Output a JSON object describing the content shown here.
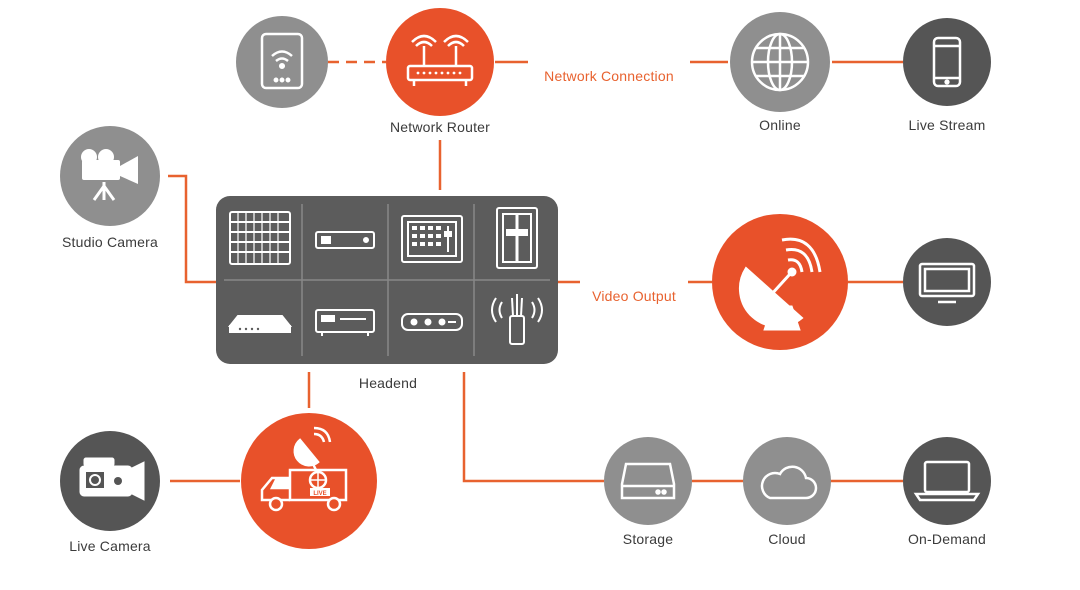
{
  "colors": {
    "orange": "#e8512a",
    "gray": "#8f8f8f",
    "dark": "#555555",
    "panel": "#5c5c5c",
    "line": "#e8622f"
  },
  "labels": {
    "network_router": "Network Router",
    "network_connection": "Network Connection",
    "online": "Online",
    "live_stream": "Live Stream",
    "studio_camera": "Studio Camera",
    "video_output": "Video Output",
    "headend": "Headend",
    "live_camera": "Live Camera",
    "storage": "Storage",
    "cloud": "Cloud",
    "on_demand": "On-Demand"
  },
  "nodes": [
    {
      "id": "tablet",
      "icon": "tablet-wifi-icon",
      "style": "gray"
    },
    {
      "id": "network-router",
      "icon": "router-icon",
      "style": "orange"
    },
    {
      "id": "online",
      "icon": "globe-icon",
      "style": "gray"
    },
    {
      "id": "live-stream",
      "icon": "smartphone-icon",
      "style": "dark"
    },
    {
      "id": "studio-camera",
      "icon": "studio-camera-icon",
      "style": "gray"
    },
    {
      "id": "video-output",
      "icon": "satellite-dish-icon",
      "style": "orange"
    },
    {
      "id": "tv",
      "icon": "monitor-icon",
      "style": "dark"
    },
    {
      "id": "live-camera",
      "icon": "camcorder-icon",
      "style": "dark"
    },
    {
      "id": "broadcast-truck",
      "icon": "broadcast-truck-icon",
      "style": "orange",
      "badge": "LIVE"
    },
    {
      "id": "storage",
      "icon": "storage-drive-icon",
      "style": "gray"
    },
    {
      "id": "cloud",
      "icon": "cloud-icon",
      "style": "gray"
    },
    {
      "id": "on-demand",
      "icon": "laptop-icon",
      "style": "dark"
    }
  ],
  "headend_devices": [
    "patch-panel-icon",
    "set-top-box-icon",
    "control-panel-icon",
    "fader-icon",
    "network-switch-icon",
    "media-player-icon",
    "receiver-icon",
    "wireless-antenna-icon"
  ]
}
